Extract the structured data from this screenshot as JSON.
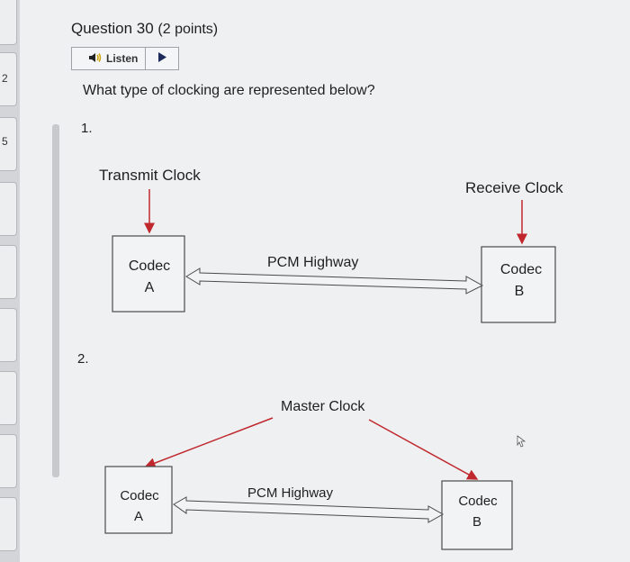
{
  "question": {
    "title": "Question 30",
    "points": "(2 points)",
    "listen_label": "Listen",
    "prompt": "What type of clocking are represented below?"
  },
  "items": [
    {
      "number": "1."
    },
    {
      "number": "2."
    }
  ],
  "diagram1": {
    "transmit_clock": "Transmit Clock",
    "receive_clock": "Receive Clock",
    "codec_a_line1": "Codec",
    "codec_a_line2": "A",
    "codec_b_line1": "Codec",
    "codec_b_line2": "B",
    "pcm_label": "PCM Highway"
  },
  "diagram2": {
    "master_clock": "Master Clock",
    "codec_a_line1": "Codec",
    "codec_a_line2": "A",
    "codec_b_line1": "Codec",
    "codec_b_line2": "B",
    "pcm_label": "PCM Highway"
  },
  "sidebar": {
    "marks": [
      "2",
      "5"
    ]
  },
  "colors": {
    "clock_arrow": "#c0282d",
    "box_border": "#4a4a4a",
    "play_icon": "#1b2a5a"
  },
  "icons": {
    "speaker": "speaker-icon",
    "play": "play-icon"
  }
}
